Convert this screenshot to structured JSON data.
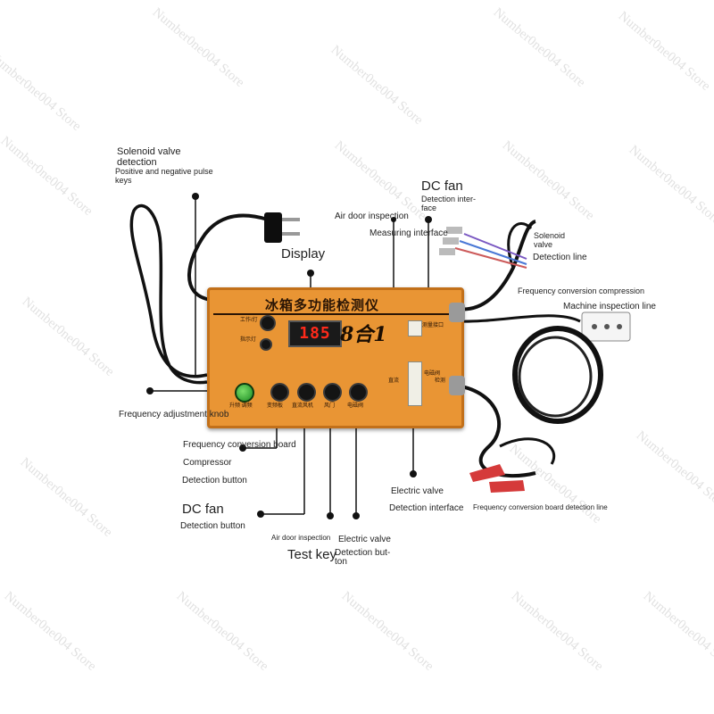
{
  "watermark": "Number0ne004 Store",
  "device": {
    "chinese_title": "冰箱多功能检测仪",
    "display_readout": "185",
    "badge": "8合1",
    "panel_text": {
      "top_left": "工作/灯",
      "mid_left": "指示灯",
      "knob_label": "升频  调频",
      "btn1": "变频板",
      "btn2": "直流风机",
      "btn3": "风门",
      "btn4": "电磁阀",
      "side_label": "电磁阀",
      "port_label": "测量接口",
      "side_a": "直流",
      "side_b": "检测"
    }
  },
  "labels": {
    "solenoid_top_1": "Solenoid valve",
    "solenoid_top_2": "detection",
    "pulse_1": "Positive and negative pulse",
    "pulse_2": "keys",
    "dc_fan_top": "DC fan",
    "dc_fan_iface_1": "Detection inter-",
    "dc_fan_iface_2": "face",
    "air_door": "Air door inspection",
    "measuring": "Measuring interface",
    "display": "Display",
    "solenoid_right_1": "Solenoid",
    "solenoid_right_2": "valve",
    "solenoid_right_3": "Detection line",
    "freq_conv_comp": "Frequency conversion compression",
    "machine_line": "Machine inspection line",
    "freq_knob": "Frequency adjustment knob",
    "fcb": "Frequency conversion board",
    "compressor": "Compressor",
    "detection_button_1": "Detection button",
    "elec_valve_1": "Electric valve",
    "detection_interface": "Detection interface",
    "fcb_line": "Frequency conversion board detection line",
    "dc_fan_bottom": "DC fan",
    "detection_button_2": "Detection button",
    "air_door_inspection": "Air door inspection",
    "elec_valve_2": "Electric valve",
    "detection_but_1": "Detection but-",
    "detection_but_2": "ton",
    "test_key": "Test key"
  }
}
